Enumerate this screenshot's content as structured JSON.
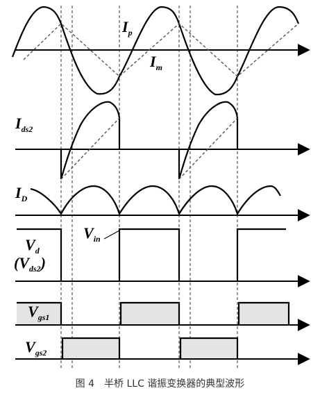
{
  "labels": {
    "ip": "I",
    "ip_sub": "p",
    "im": "I",
    "im_sub": "m",
    "ids2": "I",
    "ids2_sub": "ds2",
    "id": "I",
    "id_sub": "D",
    "vd": "V",
    "vd_sub": "d",
    "vds2_open": "(V",
    "vds2_sub": "ds2",
    "vds2_close": ")",
    "vin": "V",
    "vin_sub": "in",
    "vgs1": "V",
    "vgs1_sub": "gs1",
    "vgs2": "V",
    "vgs2_sub": "gs2"
  },
  "caption": "图 4　半桥 LLC 谐振变换器的典型波形",
  "colors": {
    "wave": "#000000",
    "dashed": "#555555",
    "fill": "#e4e4e4"
  }
}
